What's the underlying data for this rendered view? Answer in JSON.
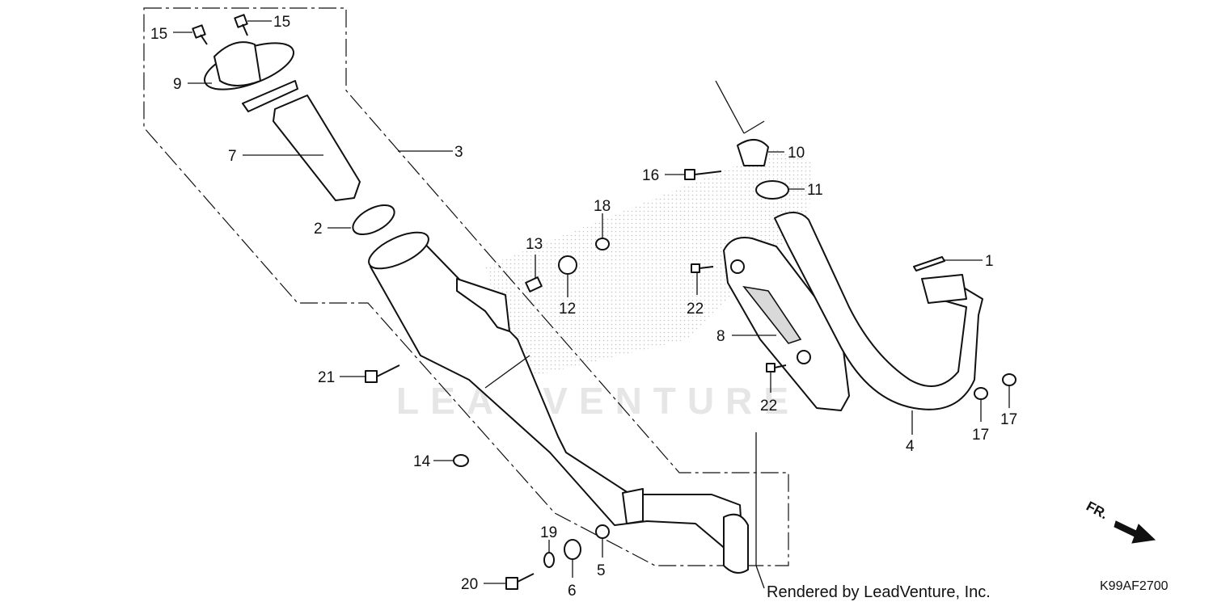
{
  "diagram": {
    "callouts": [
      {
        "id": "c1",
        "label": "1"
      },
      {
        "id": "c2",
        "label": "2"
      },
      {
        "id": "c3",
        "label": "3"
      },
      {
        "id": "c4",
        "label": "4"
      },
      {
        "id": "c5",
        "label": "5"
      },
      {
        "id": "c6",
        "label": "6"
      },
      {
        "id": "c7",
        "label": "7"
      },
      {
        "id": "c8",
        "label": "8"
      },
      {
        "id": "c9",
        "label": "9"
      },
      {
        "id": "c10",
        "label": "10"
      },
      {
        "id": "c11",
        "label": "11"
      },
      {
        "id": "c12",
        "label": "12"
      },
      {
        "id": "c13",
        "label": "13"
      },
      {
        "id": "c14",
        "label": "14"
      },
      {
        "id": "c15a",
        "label": "15"
      },
      {
        "id": "c15b",
        "label": "15"
      },
      {
        "id": "c16",
        "label": "16"
      },
      {
        "id": "c17a",
        "label": "17"
      },
      {
        "id": "c17b",
        "label": "17"
      },
      {
        "id": "c18",
        "label": "18"
      },
      {
        "id": "c19",
        "label": "19"
      },
      {
        "id": "c20",
        "label": "20"
      },
      {
        "id": "c21",
        "label": "21"
      },
      {
        "id": "c22a",
        "label": "22"
      },
      {
        "id": "c22b",
        "label": "22"
      }
    ],
    "watermark": "LEADVENTURE",
    "direction_label": "FR.",
    "credit": "Rendered by LeadVenture, Inc.",
    "diagram_code": "K99AF2700"
  }
}
